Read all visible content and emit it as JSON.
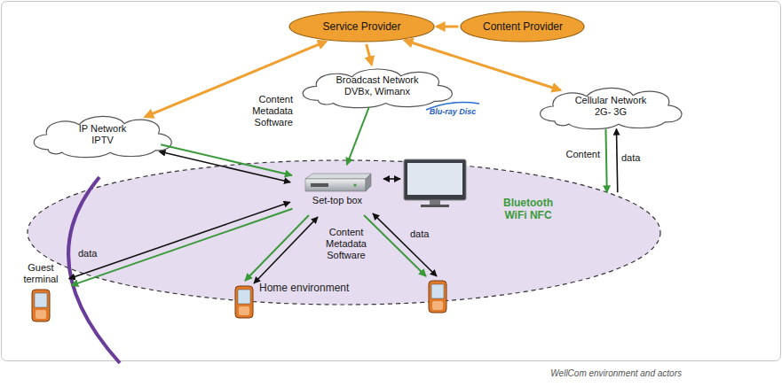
{
  "diagram": {
    "caption": "WellCom environment and actors",
    "nodes": [
      {
        "text": [
          "Service Provider"
        ]
      },
      {
        "text": [
          "Content Provider"
        ]
      },
      {
        "text": [
          "Broadcast Network",
          "DVBx, Wimanx"
        ]
      },
      {
        "text": [
          "IP Network",
          "IPTV"
        ]
      },
      {
        "text": [
          "Cellular Network",
          "2G- 3G"
        ]
      },
      {
        "text": [
          "Bluetooth WiFi NFC",
          "Home environment"
        ]
      },
      {
        "text": [
          "Set-top box"
        ],
        "in": 5
      },
      {
        "text": [
          "Guest terminal"
        ],
        "in": 5
      }
    ],
    "edges": [
      {
        "from": 1,
        "to": 0,
        "arrow": "to"
      },
      {
        "from": 0,
        "to": 3,
        "arrow": "both"
      },
      {
        "from": 0,
        "to": 2,
        "arrow": "to"
      },
      {
        "from": 0,
        "to": 4,
        "arrow": "both"
      },
      {
        "from": 3,
        "to": 6,
        "arrow": "to"
      },
      {
        "from": 3,
        "to": 6,
        "arrow": "both"
      },
      {
        "from": 2,
        "to": 6,
        "arrow": "to",
        "label": "Content Metadata Software"
      },
      {
        "from": 4,
        "to": 5,
        "arrow": "to",
        "label": "Content"
      },
      {
        "from": 5,
        "to": 4,
        "arrow": "to",
        "label": "data"
      },
      {
        "from": 6,
        "to": 7,
        "arrow": "to"
      },
      {
        "from": 6,
        "to": 7,
        "arrow": "both",
        "label": "data"
      }
    ],
    "labels": [
      "Blu-ray Disc",
      "Content Metadata Software",
      "data"
    ]
  }
}
